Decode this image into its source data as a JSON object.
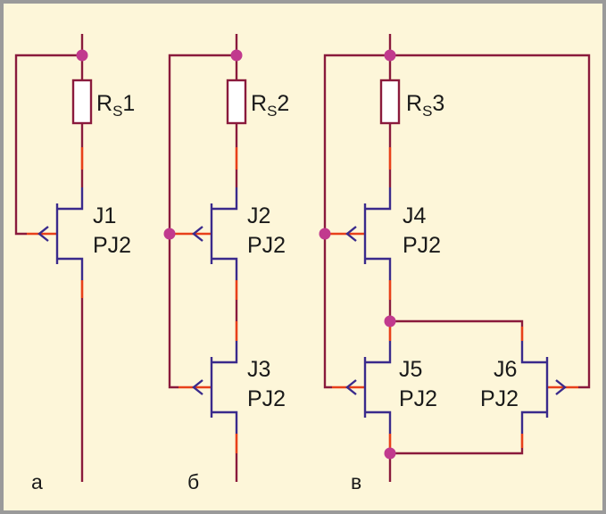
{
  "colors": {
    "background": "#fdf6d9",
    "border": "#9a9a9a",
    "wire": "#8a1a3c",
    "lead": "#e8401a",
    "transistor": "#3a2a8c",
    "node": "#c13a8e"
  },
  "panels": [
    {
      "caption": "а",
      "resistor": {
        "prefix": "R",
        "sub": "S",
        "suffix": "1"
      },
      "transistors": [
        {
          "name": "J1",
          "type": "PJ2"
        }
      ]
    },
    {
      "caption": "б",
      "resistor": {
        "prefix": "R",
        "sub": "S",
        "suffix": "2"
      },
      "transistors": [
        {
          "name": "J2",
          "type": "PJ2"
        },
        {
          "name": "J3",
          "type": "PJ2"
        }
      ]
    },
    {
      "caption": "в",
      "resistor": {
        "prefix": "R",
        "sub": "S",
        "suffix": "3"
      },
      "transistors": [
        {
          "name": "J4",
          "type": "PJ2"
        },
        {
          "name": "J5",
          "type": "PJ2"
        },
        {
          "name": "J6",
          "type": "PJ2"
        }
      ]
    }
  ]
}
